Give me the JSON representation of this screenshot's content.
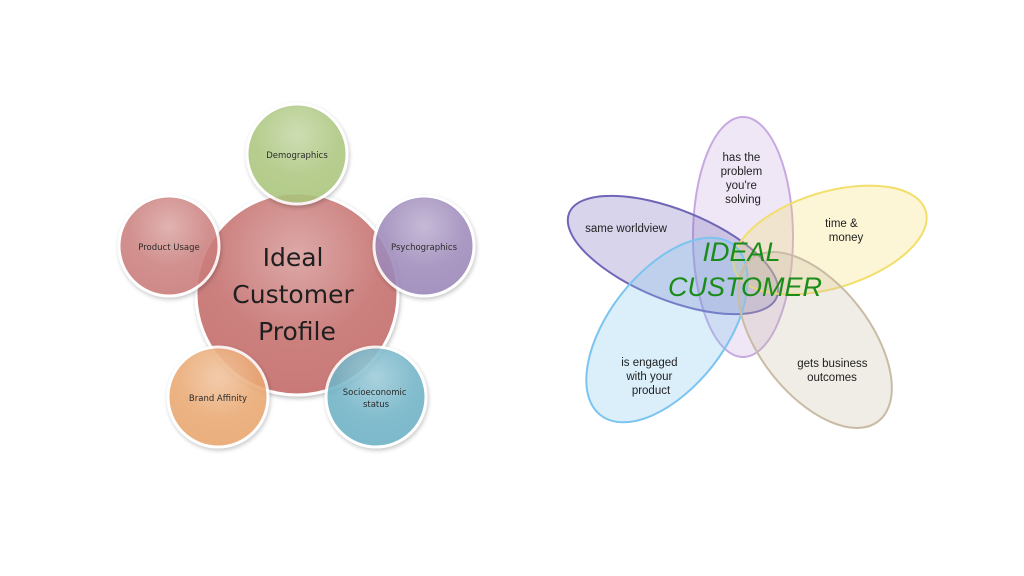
{
  "profile_diagram": {
    "center": {
      "lines": [
        "Ideal",
        "Customer",
        "Profile"
      ],
      "color": "#c97a78"
    },
    "satellites": [
      {
        "id": "demographics",
        "lines": [
          "Demographics"
        ],
        "color": "#a9c47a"
      },
      {
        "id": "psychographics",
        "lines": [
          "Psychographics"
        ],
        "color": "#9a86b8"
      },
      {
        "id": "socioeconomic",
        "lines": [
          "Socioeconomic",
          "status"
        ],
        "color": "#6ab0c4"
      },
      {
        "id": "brand-affinity",
        "lines": [
          "Brand Affinity"
        ],
        "color": "#e9a46c"
      },
      {
        "id": "product-usage",
        "lines": [
          "Product Usage"
        ],
        "color": "#c97a78"
      }
    ]
  },
  "venn_diagram": {
    "center_lines": [
      "IDEAL",
      "CUSTOMER"
    ],
    "center_color": "#1a8c1a",
    "petals": [
      {
        "id": "problem",
        "lines": [
          "has the",
          "problem",
          "you're",
          "solving"
        ],
        "color": "#c7a8e0"
      },
      {
        "id": "worldview",
        "lines": [
          "same worldview"
        ],
        "color": "#6f66b8"
      },
      {
        "id": "time-money",
        "lines": [
          "time &",
          "money"
        ],
        "color": "#f3de6a"
      },
      {
        "id": "engaged",
        "lines": [
          "is engaged",
          "with your",
          "product"
        ],
        "color": "#7cc4f0"
      },
      {
        "id": "outcomes",
        "lines": [
          "gets business",
          "outcomes"
        ],
        "color": "#c9bca6"
      }
    ]
  }
}
